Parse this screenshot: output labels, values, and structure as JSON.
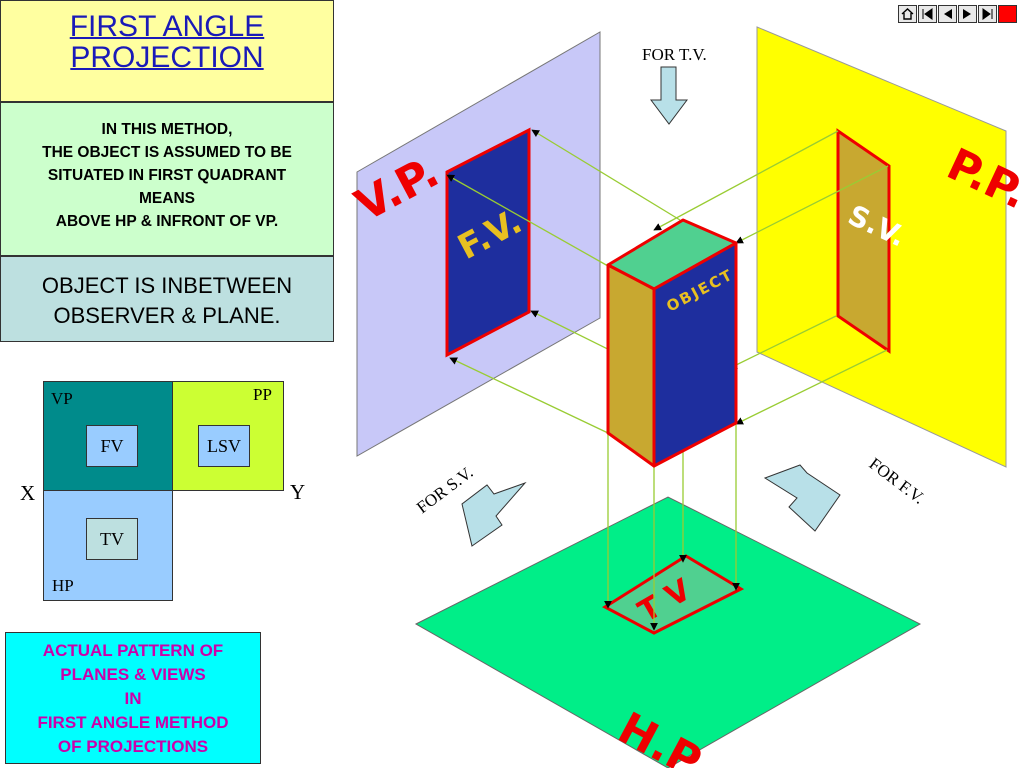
{
  "title": {
    "line1": "FIRST ANGLE",
    "line2": "PROJECTION"
  },
  "method_text": {
    "line1": "IN THIS METHOD,",
    "line2": "THE OBJECT IS ASSUMED TO BE",
    "line3": "SITUATED IN FIRST QUADRANT",
    "line4": "MEANS",
    "line5": "ABOVE HP & INFRONT OF VP."
  },
  "object_text": {
    "line1": "OBJECT IS INBETWEEN",
    "line2": "OBSERVER & PLANE."
  },
  "planes_layout": {
    "vp_label": "VP",
    "pp_label": "PP",
    "hp_label": "HP",
    "fv": "FV",
    "lsv": "LSV",
    "tv": "TV",
    "x_label": "X",
    "y_label": "Y"
  },
  "pattern_text": {
    "line1": "ACTUAL PATTERN OF",
    "line2": "PLANES & VIEWS",
    "line3": "IN",
    "line4": "FIRST ANGLE METHOD",
    "line5": "OF PROJECTIONS"
  },
  "diagram": {
    "vp": "V.P.",
    "pp": "P.P.",
    "hp": "H.P.",
    "fv": "F.V.",
    "sv": "S.V.",
    "tv": "T V",
    "object": "OBJECT",
    "for_tv": "FOR T.V.",
    "for_sv": "FOR S.V.",
    "for_fv": "FOR F.V."
  },
  "nav": {
    "icons": [
      "home-icon",
      "first-icon",
      "prev-icon",
      "next-icon",
      "last-icon",
      "end-icon"
    ]
  },
  "colors": {
    "vp_plane": "#c8c8f8",
    "pp_plane": "#ffff00",
    "hp_plane": "#00ee88",
    "view_fill": "#1e2e9e",
    "sv_fill": "#c8a830",
    "label_red": "#ee0000",
    "object_front": "#1e2e9e",
    "object_side": "#c8a830",
    "object_top": "#50d090",
    "projector": "#99cc33",
    "arrow_fill": "#b8e0e8"
  }
}
